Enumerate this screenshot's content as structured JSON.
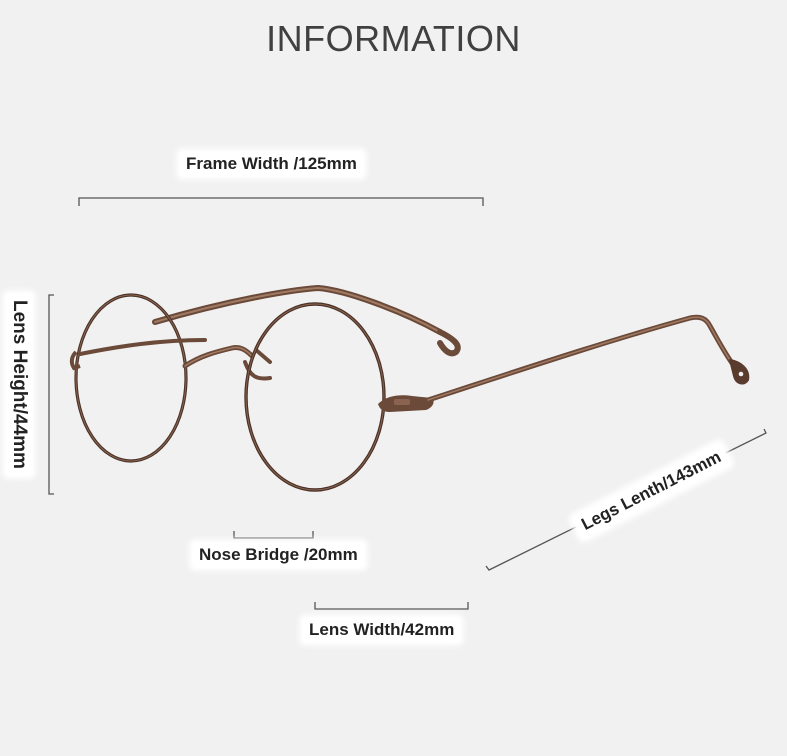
{
  "title": "INFORMATION",
  "labels": {
    "frame_width": "Frame Width /125mm",
    "lens_height": "Lens Height/44mm",
    "nose_bridge": "Nose Bridge /20mm",
    "lens_width": "Lens Width/42mm",
    "legs_length": "Legs Lenth/143mm"
  },
  "colors": {
    "frame_metal": "#6b4a3a",
    "measure_line": "#555555",
    "background": "#f1f1f1"
  }
}
